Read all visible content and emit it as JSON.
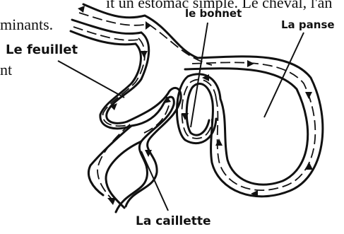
{
  "background_text": {
    "line1": "it un estomac simple. Le cheval, l'an",
    "line2": "minants.",
    "line3": "nt"
  },
  "labels": {
    "feuillet": "Le feuillet",
    "bonnet": "le bonnet",
    "panse": "La panse",
    "caillette": "La caillette"
  }
}
